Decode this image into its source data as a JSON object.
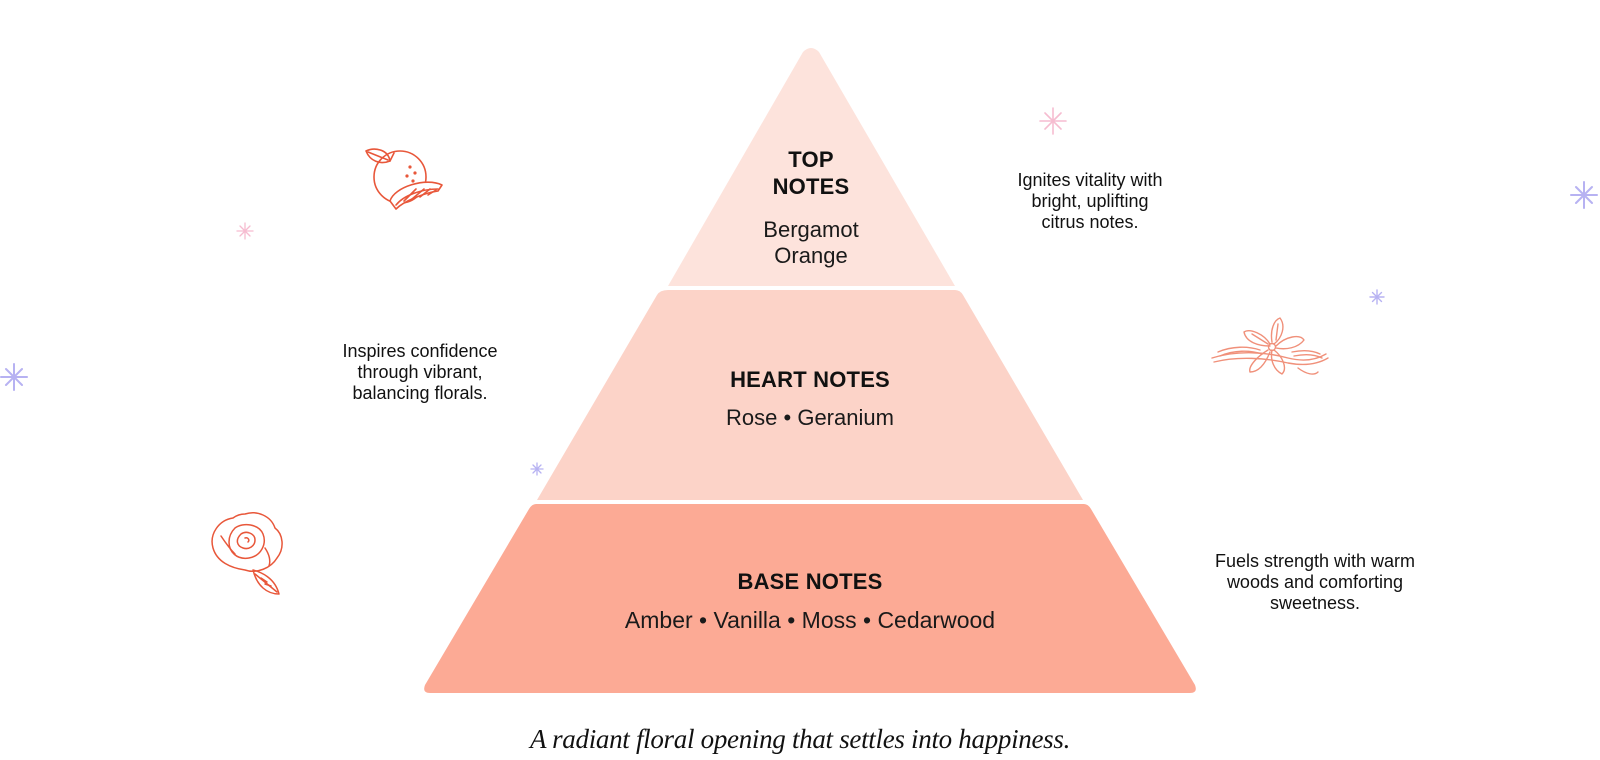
{
  "pyramid": {
    "top": {
      "title_lines": [
        "TOP",
        "NOTES"
      ],
      "notes_lines": [
        "Bergamot",
        "Orange"
      ],
      "color": "#FDE3DC"
    },
    "heart": {
      "title": "HEART NOTES",
      "notes": "Rose • Geranium",
      "color": "#FCD3C8"
    },
    "base": {
      "title": "BASE NOTES",
      "notes": "Amber • Vanilla • Moss • Cedarwood",
      "color": "#FCAA95"
    }
  },
  "descriptions": {
    "top": [
      "Ignites vitality with",
      "bright, uplifting",
      "citrus notes."
    ],
    "heart": [
      "Inspires confidence",
      "through vibrant,",
      "balancing florals."
    ],
    "base": [
      "Fuels strength with warm",
      "woods and comforting",
      "sweetness."
    ]
  },
  "tagline": "A radiant floral opening that settles into happiness.",
  "icons": {
    "orange": "orange-slice-icon",
    "rose": "rose-icon",
    "vanilla": "vanilla-flower-icon",
    "sparkle": "sparkle-icon"
  },
  "colors": {
    "illustration_stroke": "#E8573A",
    "vanilla_stroke": "#F0907A",
    "sparkle_pink": "#F6BCD0",
    "sparkle_lavender": "#B7B2F2"
  }
}
